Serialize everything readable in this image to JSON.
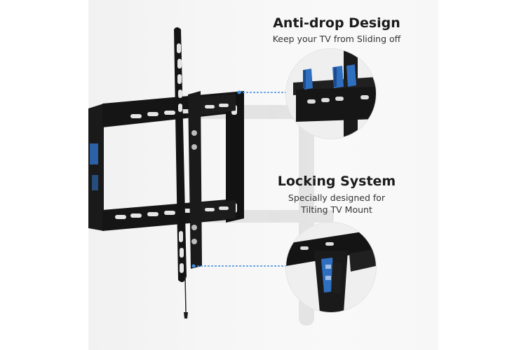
{
  "features": [
    {
      "title": "Anti-drop Design",
      "subtitle_lines": [
        "Keep your TV from Sliding off"
      ]
    },
    {
      "title": "Locking System",
      "subtitle_lines": [
        "Specially designed for",
        "Tilting TV Mount"
      ]
    }
  ],
  "colors": {
    "bracket": "#141414",
    "accent_blue": "#2f6fc0",
    "callout_line": "#3f8ee0",
    "wall": "#f4f4f4"
  },
  "icons": [
    "tv-wall-mount-bracket",
    "anti-drop-detail",
    "locking-system-detail"
  ]
}
